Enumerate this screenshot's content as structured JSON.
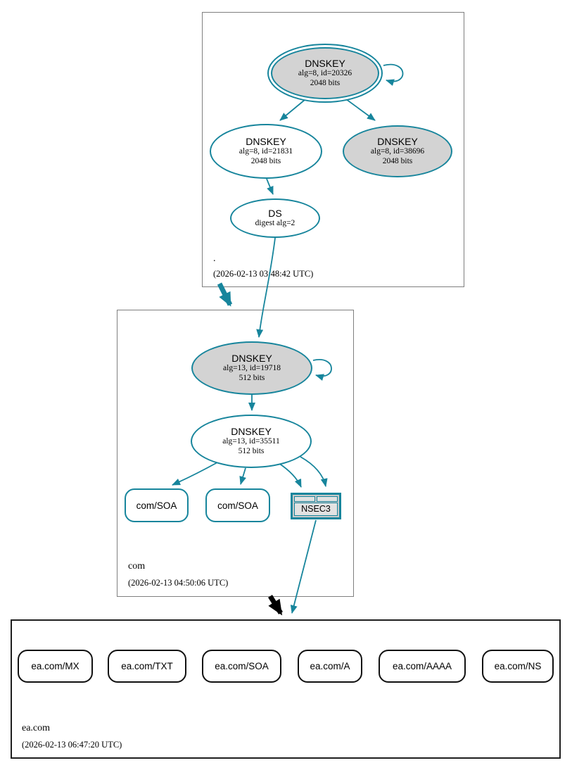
{
  "diagram_type": "dnssec-authentication-graph",
  "colors": {
    "secure_edge_teal": "#17859c",
    "key_fill_gray": "#d3d3d3",
    "zone_box_border": "#7f7f7f",
    "delegation_black": "#000000"
  },
  "zones": {
    "root": {
      "label": ".",
      "timestamp": "(2026-02-13 03:48:42 UTC)"
    },
    "com": {
      "label": "com",
      "timestamp": "(2026-02-13 04:50:06 UTC)"
    },
    "ea": {
      "label": "ea.com",
      "timestamp": "(2026-02-13 06:47:20 UTC)"
    }
  },
  "nodes": {
    "root_ksk": {
      "title": "DNSKEY",
      "detail1": "alg=8, id=20326",
      "detail2": "2048 bits"
    },
    "root_zsk": {
      "title": "DNSKEY",
      "detail1": "alg=8, id=21831",
      "detail2": "2048 bits"
    },
    "root_key3": {
      "title": "DNSKEY",
      "detail1": "alg=8, id=38696",
      "detail2": "2048 bits"
    },
    "root_ds": {
      "title": "DS",
      "detail1": "digest alg=2"
    },
    "com_ksk": {
      "title": "DNSKEY",
      "detail1": "alg=13, id=19718",
      "detail2": "512 bits"
    },
    "com_zsk": {
      "title": "DNSKEY",
      "detail1": "alg=13, id=35511",
      "detail2": "512 bits"
    },
    "com_soa1": {
      "label": "com/SOA"
    },
    "com_soa2": {
      "label": "com/SOA"
    },
    "com_nsec3": {
      "label": "NSEC3"
    },
    "ea_mx": {
      "label": "ea.com/MX"
    },
    "ea_txt": {
      "label": "ea.com/TXT"
    },
    "ea_soa": {
      "label": "ea.com/SOA"
    },
    "ea_a": {
      "label": "ea.com/A"
    },
    "ea_aaaa": {
      "label": "ea.com/AAAA"
    },
    "ea_ns": {
      "label": "ea.com/NS"
    }
  }
}
